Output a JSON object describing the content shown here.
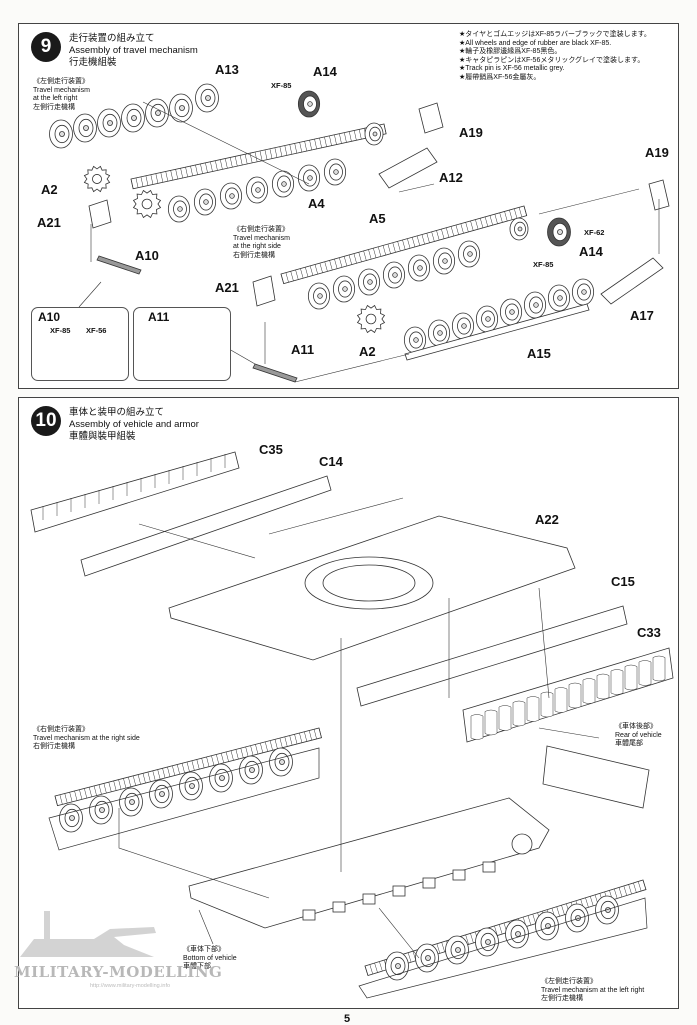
{
  "step9": {
    "number": "9",
    "title_jp": "走行装置の組み立て",
    "title_en": "Assembly of travel mechanism",
    "title_cn": "行走機組裝",
    "notes": [
      "★タイヤとゴムエッジはXF-85ラバーブラックで塗装します。",
      "★All wheels and edge of rubber are black XF-85.",
      "★輪子及橡膠邊緣爲XF-85黑色。",
      "★キャタピラピンはXF-56メタリックグレイで塗装します。",
      "★Track pin is XF-56 metallic grey.",
      "★履帶銷爲XF-56金屬灰。"
    ],
    "left_side_note": [
      "《左側走行装置》",
      "Travel mechanism",
      "at the left right",
      "左側行走機構"
    ],
    "right_side_note": [
      "《右側走行装置》",
      "Travel mechanism",
      "at the right side",
      "右側行走機構"
    ],
    "parts": {
      "a13": "A13",
      "a14_top": "A14",
      "xf85_top": "XF-85",
      "a19_left": "A19",
      "a12": "A12",
      "a19_right": "A19",
      "a2_top": "A2",
      "a4": "A4",
      "a21_top": "A21",
      "a10": "A10",
      "a5": "A5",
      "xf62": "XF-62",
      "xf85_mid": "XF-85",
      "a14_mid": "A14",
      "a21_mid": "A21",
      "a17": "A17",
      "a2_mid": "A2",
      "a11": "A11",
      "a15": "A15"
    },
    "inset_a10": {
      "label": "A10",
      "paint1": "XF-85",
      "paint2": "XF-56"
    },
    "inset_a11": {
      "label": "A11"
    }
  },
  "step10": {
    "number": "10",
    "title_jp": "車体と装甲の組み立て",
    "title_en": "Assembly of vehicle and armor",
    "title_cn": "車體與裝甲組裝",
    "parts": {
      "c35": "C35",
      "c14": "C14",
      "a22": "A22",
      "c15": "C15",
      "c33": "C33"
    },
    "right_track_note": [
      "《右側走行装置》",
      "Travel mechanism at the right side",
      "右側行走機構"
    ],
    "rear_note": [
      "《車体後部》",
      "Rear of vehicle",
      "車體尾部"
    ],
    "bottom_note": [
      "《車体下部》",
      "Bottom of vehicle",
      "車體下部"
    ],
    "left_track_note": [
      "《左側走行装置》",
      "Travel mechanism at the left right",
      "左側行走機構"
    ]
  },
  "watermark": {
    "text": "MILITARY-MODELLING",
    "url": "http://www.military-modelling.info"
  },
  "page_number": "5",
  "colors": {
    "ink": "#1a1a1a",
    "line": "#333333",
    "paint_grey": "#8a8a8a",
    "wheel_dark": "#555555"
  }
}
